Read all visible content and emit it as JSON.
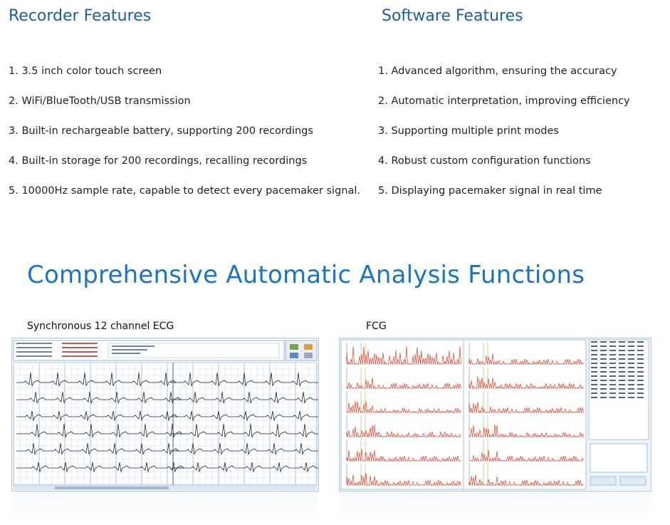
{
  "recorder": {
    "title": "Recorder Features",
    "items": [
      "1. 3.5 inch color touch screen",
      "2. WiFi/BlueTooth/USB transmission",
      "3. Built-in rechargeable battery,  supporting 200 recordings",
      "4. Built-in storage for 200 recordings, recalling recordings",
      "5. 10000Hz sample rate, capable to detect every pacemaker signal."
    ]
  },
  "software": {
    "title": "Software Features",
    "items": [
      "1. Advanced algorithm, ensuring the accuracy",
      "2. Automatic interpretation, improving efficiency",
      "3. Supporting multiple print modes",
      "4. Robust custom configuration functions",
      "5. Displaying pacemaker signal in real time"
    ]
  },
  "analysis": {
    "title": "Comprehensive Automatic Analysis Functions",
    "ecg_label": "Synchronous 12 channel ECG",
    "fcg_label": "FCG"
  },
  "colors": {
    "heading": "#1a5fa8",
    "big_heading": "#1b73c4",
    "ecg_grid": "#9fb9d6",
    "fcg_trace": "#e0452a"
  }
}
